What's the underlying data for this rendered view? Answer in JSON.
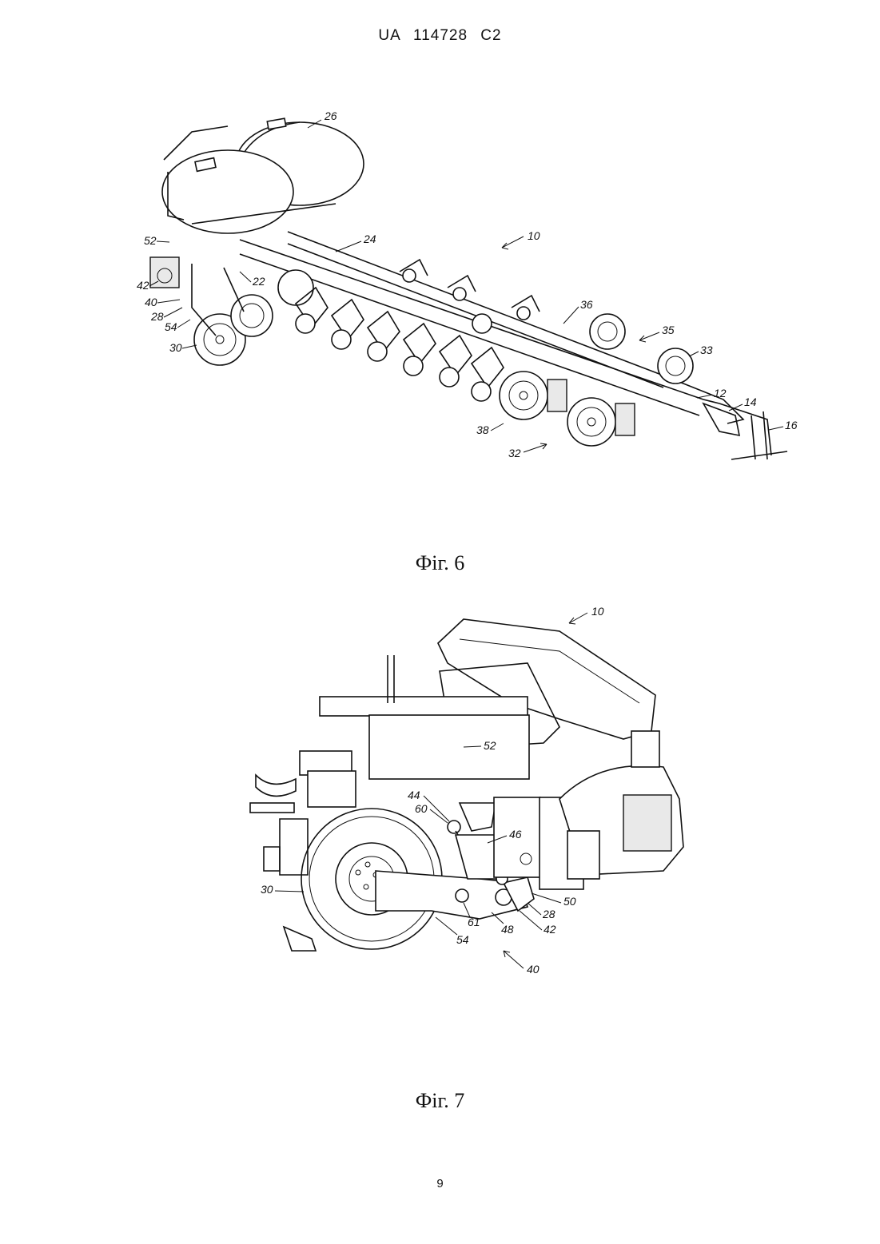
{
  "header": "UA 114728 C2",
  "page_number": "9",
  "figures": [
    {
      "caption": "Фіг. 6",
      "labels": [
        "26",
        "10",
        "24",
        "22",
        "52",
        "42",
        "40",
        "28",
        "54",
        "30",
        "36",
        "35",
        "33",
        "12",
        "14",
        "16",
        "38",
        "32"
      ]
    },
    {
      "caption": "Фіг. 7",
      "labels": [
        "10",
        "52",
        "44",
        "60",
        "46",
        "30",
        "50",
        "28",
        "42",
        "61",
        "48",
        "54",
        "40"
      ]
    }
  ]
}
